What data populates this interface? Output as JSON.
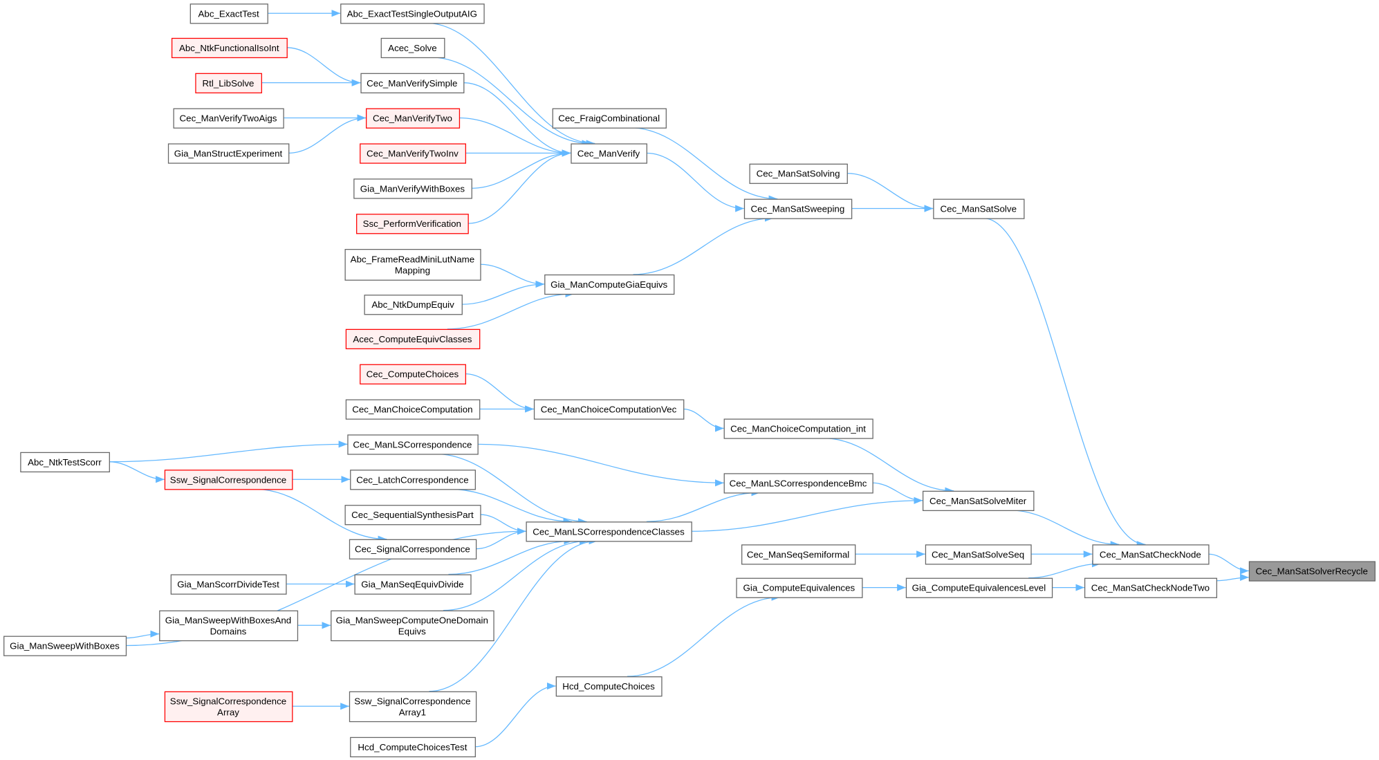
{
  "title": "Cec_ManSatSolverRecycle caller graph",
  "colors": {
    "edge": "#63b8ff",
    "node_border": "#666666",
    "red_border": "#ff0000",
    "red_fill": "#fff0f0",
    "highlight_fill": "#999999"
  },
  "nodes": [
    {
      "id": "n1",
      "lines": [
        "Abc_ExactTest"
      ],
      "style": "normal"
    },
    {
      "id": "n2",
      "lines": [
        "Abc_ExactTestSingleOutputAIG"
      ],
      "style": "normal"
    },
    {
      "id": "n3",
      "lines": [
        "Abc_NtkFunctionalIsoInt"
      ],
      "style": "red"
    },
    {
      "id": "n4",
      "lines": [
        "Acec_Solve"
      ],
      "style": "normal"
    },
    {
      "id": "n5",
      "lines": [
        "Rtl_LibSolve"
      ],
      "style": "red"
    },
    {
      "id": "n6",
      "lines": [
        "Cec_ManVerifySimple"
      ],
      "style": "normal"
    },
    {
      "id": "n7",
      "lines": [
        "Cec_ManVerifyTwoAigs"
      ],
      "style": "normal"
    },
    {
      "id": "n8",
      "lines": [
        "Cec_ManVerifyTwo"
      ],
      "style": "red"
    },
    {
      "id": "n9",
      "lines": [
        "Gia_ManStructExperiment"
      ],
      "style": "normal"
    },
    {
      "id": "n10",
      "lines": [
        "Cec_ManVerifyTwoInv"
      ],
      "style": "red"
    },
    {
      "id": "n11",
      "lines": [
        "Gia_ManVerifyWithBoxes"
      ],
      "style": "normal"
    },
    {
      "id": "n12",
      "lines": [
        "Ssc_PerformVerification"
      ],
      "style": "red"
    },
    {
      "id": "n13",
      "lines": [
        "Cec_FraigCombinational"
      ],
      "style": "normal"
    },
    {
      "id": "n14",
      "lines": [
        "Cec_ManVerify"
      ],
      "style": "normal"
    },
    {
      "id": "n15",
      "lines": [
        "Cec_ManSatSolving"
      ],
      "style": "normal"
    },
    {
      "id": "n16",
      "lines": [
        "Cec_ManSatSweeping"
      ],
      "style": "normal"
    },
    {
      "id": "n17",
      "lines": [
        "Cec_ManSatSolve"
      ],
      "style": "normal"
    },
    {
      "id": "n18",
      "lines": [
        "Abc_FrameReadMiniLutName",
        "Mapping"
      ],
      "style": "normal"
    },
    {
      "id": "n19",
      "lines": [
        "Gia_ManComputeGiaEquivs"
      ],
      "style": "normal"
    },
    {
      "id": "n20",
      "lines": [
        "Abc_NtkDumpEquiv"
      ],
      "style": "normal"
    },
    {
      "id": "n21",
      "lines": [
        "Acec_ComputeEquivClasses"
      ],
      "style": "red"
    },
    {
      "id": "n22",
      "lines": [
        "Cec_ComputeChoices"
      ],
      "style": "red"
    },
    {
      "id": "n23",
      "lines": [
        "Cec_ManChoiceComputation"
      ],
      "style": "normal"
    },
    {
      "id": "n24",
      "lines": [
        "Cec_ManChoiceComputationVec"
      ],
      "style": "normal"
    },
    {
      "id": "n25",
      "lines": [
        "Cec_ManChoiceComputation_int"
      ],
      "style": "normal"
    },
    {
      "id": "n26",
      "lines": [
        "Cec_ManLSCorrespondence"
      ],
      "style": "normal"
    },
    {
      "id": "n27",
      "lines": [
        "Abc_NtkTestScorr"
      ],
      "style": "normal"
    },
    {
      "id": "n28",
      "lines": [
        "Ssw_SignalCorrespondence"
      ],
      "style": "red"
    },
    {
      "id": "n29",
      "lines": [
        "Cec_LatchCorrespondence"
      ],
      "style": "normal"
    },
    {
      "id": "n30",
      "lines": [
        "Cec_ManLSCorrespondenceBmc"
      ],
      "style": "normal"
    },
    {
      "id": "n31",
      "lines": [
        "Cec_ManSatSolveMiter"
      ],
      "style": "normal"
    },
    {
      "id": "n32",
      "lines": [
        "Cec_SequentialSynthesisPart"
      ],
      "style": "normal"
    },
    {
      "id": "n33",
      "lines": [
        "Cec_ManLSCorrespondenceClasses"
      ],
      "style": "normal"
    },
    {
      "id": "n34",
      "lines": [
        "Cec_SignalCorrespondence"
      ],
      "style": "normal"
    },
    {
      "id": "n35",
      "lines": [
        "Cec_ManSeqSemiformal"
      ],
      "style": "normal"
    },
    {
      "id": "n36",
      "lines": [
        "Cec_ManSatSolveSeq"
      ],
      "style": "normal"
    },
    {
      "id": "n37",
      "lines": [
        "Cec_ManSatCheckNode"
      ],
      "style": "normal"
    },
    {
      "id": "n38",
      "lines": [
        "Cec_ManSatSolverRecycle"
      ],
      "style": "highlight"
    },
    {
      "id": "n39",
      "lines": [
        "Gia_ManScorrDivideTest"
      ],
      "style": "normal"
    },
    {
      "id": "n40",
      "lines": [
        "Gia_ManSeqEquivDivide"
      ],
      "style": "normal"
    },
    {
      "id": "n41",
      "lines": [
        "Gia_ComputeEquivalences"
      ],
      "style": "normal"
    },
    {
      "id": "n42",
      "lines": [
        "Gia_ComputeEquivalencesLevel"
      ],
      "style": "normal"
    },
    {
      "id": "n43",
      "lines": [
        "Cec_ManSatCheckNodeTwo"
      ],
      "style": "normal"
    },
    {
      "id": "n44",
      "lines": [
        "Gia_ManSweepWithBoxesAnd",
        "Domains"
      ],
      "style": "normal"
    },
    {
      "id": "n45",
      "lines": [
        "Gia_ManSweepComputeOneDomain",
        "Equivs"
      ],
      "style": "normal"
    },
    {
      "id": "n46",
      "lines": [
        "Gia_ManSweepWithBoxes"
      ],
      "style": "normal"
    },
    {
      "id": "n47",
      "lines": [
        "Hcd_ComputeChoices"
      ],
      "style": "normal"
    },
    {
      "id": "n48",
      "lines": [
        "Ssw_SignalCorrespondence",
        "Array"
      ],
      "style": "red"
    },
    {
      "id": "n49",
      "lines": [
        "Ssw_SignalCorrespondence",
        "Array1"
      ],
      "style": "normal"
    },
    {
      "id": "n50",
      "lines": [
        "Hcd_ComputeChoicesTest"
      ],
      "style": "normal"
    }
  ],
  "edges": [
    [
      "n1",
      "n2"
    ],
    [
      "n2",
      "n14"
    ],
    [
      "n3",
      "n6"
    ],
    [
      "n4",
      "n14"
    ],
    [
      "n5",
      "n6"
    ],
    [
      "n6",
      "n14"
    ],
    [
      "n7",
      "n8"
    ],
    [
      "n9",
      "n8"
    ],
    [
      "n8",
      "n14"
    ],
    [
      "n10",
      "n14"
    ],
    [
      "n11",
      "n14"
    ],
    [
      "n12",
      "n14"
    ],
    [
      "n13",
      "n16"
    ],
    [
      "n14",
      "n16"
    ],
    [
      "n15",
      "n17"
    ],
    [
      "n16",
      "n17"
    ],
    [
      "n17",
      "n37"
    ],
    [
      "n18",
      "n19"
    ],
    [
      "n20",
      "n19"
    ],
    [
      "n21",
      "n19"
    ],
    [
      "n19",
      "n16"
    ],
    [
      "n22",
      "n24"
    ],
    [
      "n23",
      "n24"
    ],
    [
      "n24",
      "n25"
    ],
    [
      "n25",
      "n31"
    ],
    [
      "n27",
      "n26"
    ],
    [
      "n27",
      "n28"
    ],
    [
      "n28",
      "n29"
    ],
    [
      "n28",
      "n34"
    ],
    [
      "n26",
      "n30"
    ],
    [
      "n26",
      "n33"
    ],
    [
      "n29",
      "n33"
    ],
    [
      "n32",
      "n33"
    ],
    [
      "n34",
      "n33"
    ],
    [
      "n40",
      "n33"
    ],
    [
      "n45",
      "n33"
    ],
    [
      "n46",
      "n33"
    ],
    [
      "n49",
      "n33"
    ],
    [
      "n33",
      "n30"
    ],
    [
      "n33",
      "n31"
    ],
    [
      "n30",
      "n31"
    ],
    [
      "n31",
      "n37"
    ],
    [
      "n35",
      "n36"
    ],
    [
      "n36",
      "n37"
    ],
    [
      "n37",
      "n38"
    ],
    [
      "n39",
      "n40"
    ],
    [
      "n46",
      "n44"
    ],
    [
      "n44",
      "n45"
    ],
    [
      "n41",
      "n42"
    ],
    [
      "n42",
      "n37"
    ],
    [
      "n42",
      "n43"
    ],
    [
      "n43",
      "n38"
    ],
    [
      "n47",
      "n41"
    ],
    [
      "n50",
      "n47"
    ],
    [
      "n48",
      "n49"
    ]
  ]
}
